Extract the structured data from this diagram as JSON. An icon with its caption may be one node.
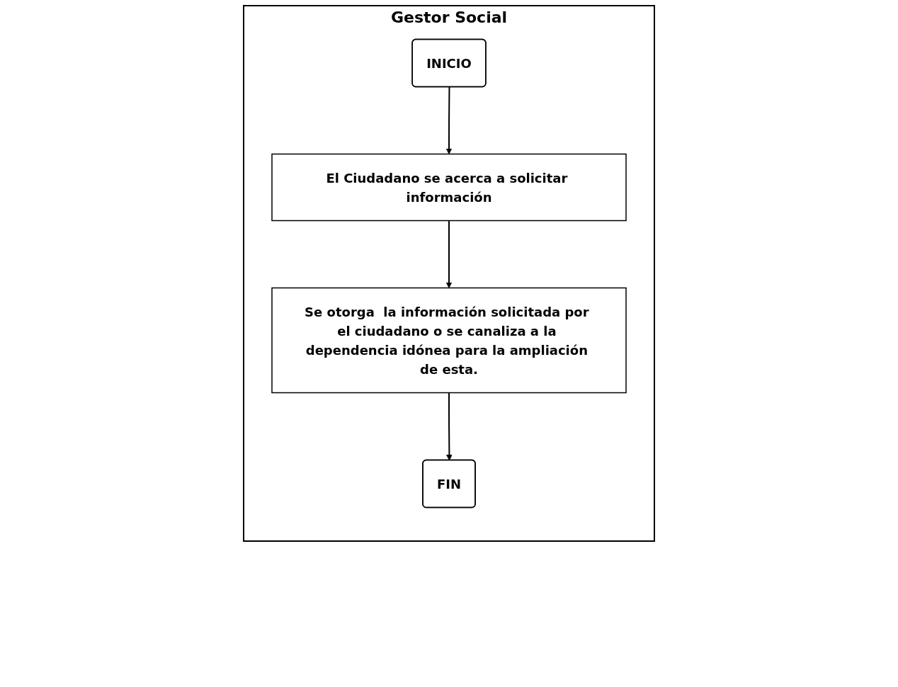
{
  "diagram": {
    "nodes": [
      {
        "text": [
          "Gestor Social"
        ]
      },
      {
        "text": [
          "INICIO"
        ],
        "in": 0
      },
      {
        "text": [
          "El Ciudadano se acerca a solicitar información"
        ],
        "in": 0
      },
      {
        "text": [
          "Se otorga  la información solicitada por el ciudadano o se canaliza a la dependencia idónea para la ampliación de esta."
        ],
        "in": 0
      },
      {
        "text": [
          "FIN"
        ],
        "in": 0
      }
    ],
    "edges": [
      {
        "from": 1,
        "to": 2,
        "arrow": "to"
      },
      {
        "from": 2,
        "to": 3,
        "arrow": "to"
      },
      {
        "from": 3,
        "to": 4,
        "arrow": "to"
      }
    ]
  }
}
